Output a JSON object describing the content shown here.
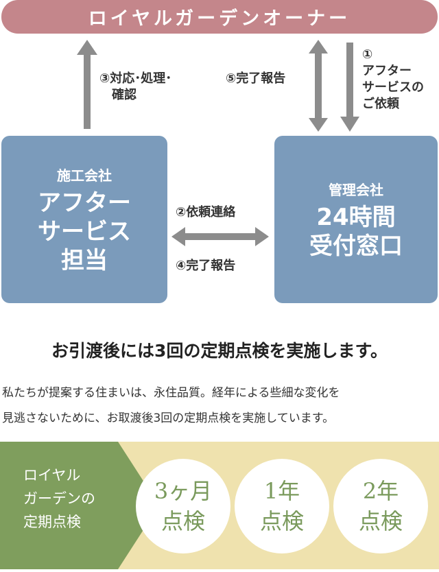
{
  "owner": {
    "label": "ロイヤルガーデンオーナー"
  },
  "flow": {
    "step1": "①\nアフター\nサービスの\nご依頼",
    "step2": "②依頼連絡",
    "step3": "③対応･処理･\n　確認",
    "step4": "④完了報告",
    "step5": "⑤完了報告"
  },
  "contractor": {
    "title": "施工会社",
    "main": "アフター\nサービス\n担当"
  },
  "management": {
    "title": "管理会社",
    "main": "24時間\n受付窓口"
  },
  "headline": "お引渡後には3回の定期点検を実施します。",
  "body": "私たちが提案する住まいは、永住品質。経年による些細な変化を\n見逃さないために、お取渡後3回の定期点検を実施しています。",
  "inspection": {
    "label": "ロイヤル\nガーデンの\n定期点検",
    "items": [
      {
        "top": "3ヶ月",
        "bottom": "点検"
      },
      {
        "top": "1年",
        "bottom": "点検"
      },
      {
        "top": "2年",
        "bottom": "点検"
      }
    ]
  },
  "colors": {
    "owner_bar": "#c4868b",
    "boxes": "#7b9bbb",
    "arrows": "#8c8c8c",
    "band": "#efe2ae",
    "green": "#7f9e5d"
  }
}
